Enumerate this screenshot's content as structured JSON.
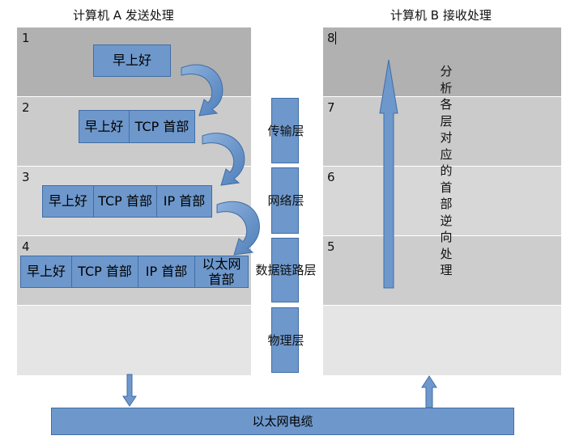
{
  "left_panel": {
    "title": "计算机 A 发送处理",
    "rows": [
      {
        "num": "1"
      },
      {
        "num": "2"
      },
      {
        "num": "3"
      },
      {
        "num": "4"
      }
    ],
    "packets": [
      {
        "segments": [
          "早上好"
        ]
      },
      {
        "segments": [
          "早上好",
          "TCP 首部"
        ]
      },
      {
        "segments": [
          "早上好",
          "TCP 首部",
          "IP 首部"
        ]
      },
      {
        "segments": [
          "早上好",
          "TCP 首部",
          "IP 首部",
          "以太网\n首部"
        ]
      }
    ]
  },
  "right_panel": {
    "title": "计算机 B 接收处理",
    "rows": [
      {
        "num": "8"
      },
      {
        "num": "7"
      },
      {
        "num": "6"
      },
      {
        "num": "5"
      }
    ],
    "vertical_note": "分\n析\n各\n层\n对\n应\n的\n首\n部\n逆\n向\n处\n理"
  },
  "layers": [
    {
      "label": "传输层"
    },
    {
      "label": "网络层"
    },
    {
      "label": "数据链路层"
    },
    {
      "label": "物理层"
    }
  ],
  "cable": {
    "label": "以太网电缆"
  },
  "colors": {
    "box_fill": "#6e98cc",
    "box_border": "#3f6ea5",
    "row_dark": "#b1b1b1",
    "row_mid": "#cbcbcb",
    "row_light": "#e5e5e5"
  }
}
